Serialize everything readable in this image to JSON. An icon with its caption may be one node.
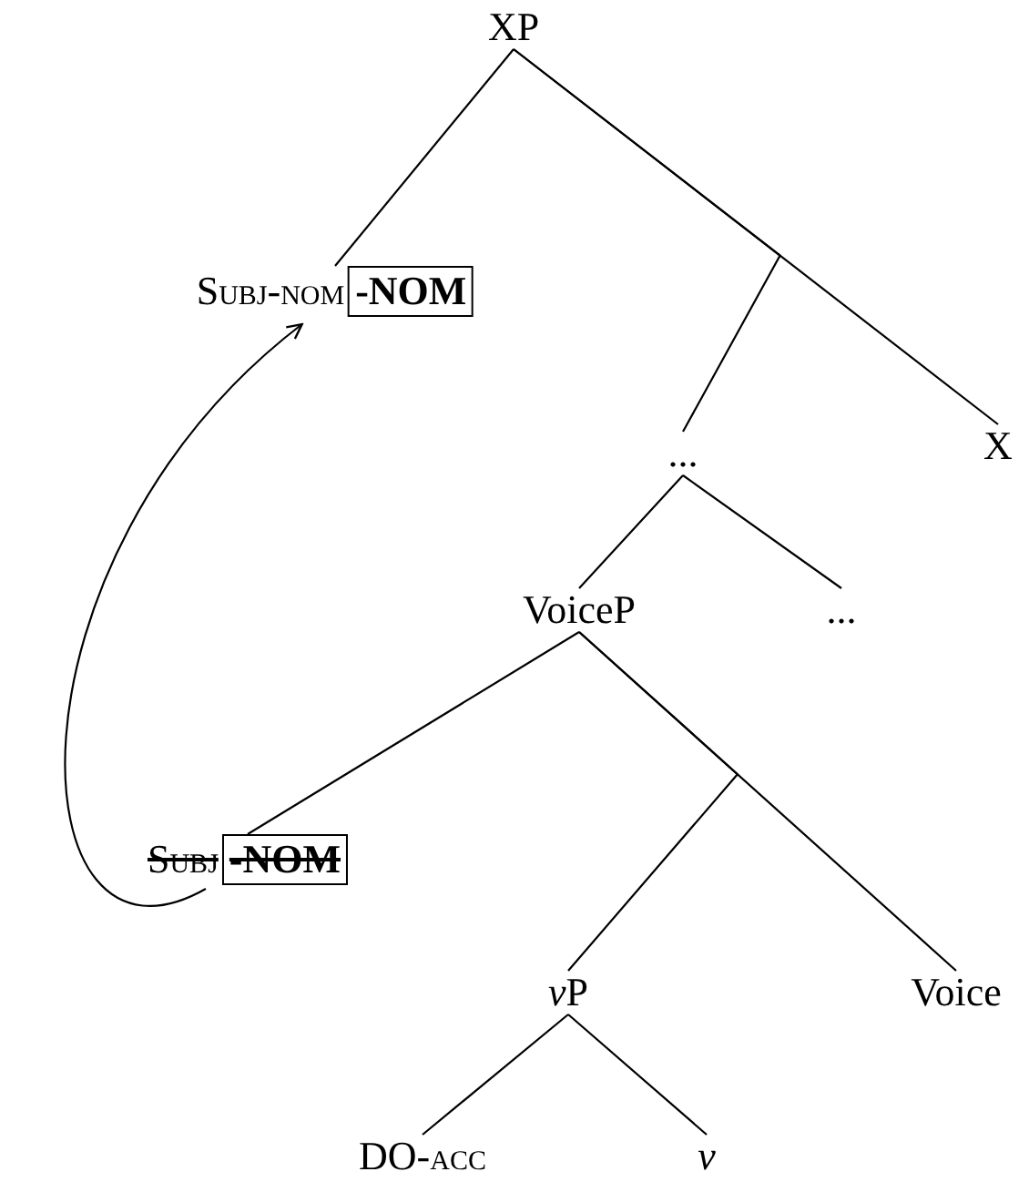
{
  "diagram": {
    "nodes": [
      {
        "text": [
          "XP"
        ]
      },
      {
        "text": [
          "Subj-nom",
          "-NOM"
        ]
      },
      {
        "text": [
          "..."
        ]
      },
      {
        "text": [
          "X"
        ]
      },
      {
        "text": [
          "VoiceP"
        ]
      },
      {
        "text": [
          "..."
        ]
      },
      {
        "text": [
          "Subj",
          "-NOM"
        ]
      },
      {
        "text": [
          "vP"
        ]
      },
      {
        "text": [
          "Voice"
        ]
      },
      {
        "text": [
          "DO-acc"
        ]
      },
      {
        "text": [
          "v"
        ]
      }
    ],
    "edges": [
      {
        "from": 0,
        "to": 1,
        "arrow": "none"
      },
      {
        "from": 0,
        "to": 2,
        "arrow": "none"
      },
      {
        "from": 0,
        "to": 3,
        "arrow": "none"
      },
      {
        "from": 2,
        "to": 4,
        "arrow": "none"
      },
      {
        "from": 2,
        "to": 5,
        "arrow": "none"
      },
      {
        "from": 4,
        "to": 6,
        "arrow": "none"
      },
      {
        "from": 4,
        "to": 7,
        "arrow": "none"
      },
      {
        "from": 4,
        "to": 8,
        "arrow": "none"
      },
      {
        "from": 7,
        "to": 9,
        "arrow": "none"
      },
      {
        "from": 7,
        "to": 10,
        "arrow": "none"
      },
      {
        "from": 6,
        "to": 1,
        "arrow": "to"
      }
    ]
  }
}
